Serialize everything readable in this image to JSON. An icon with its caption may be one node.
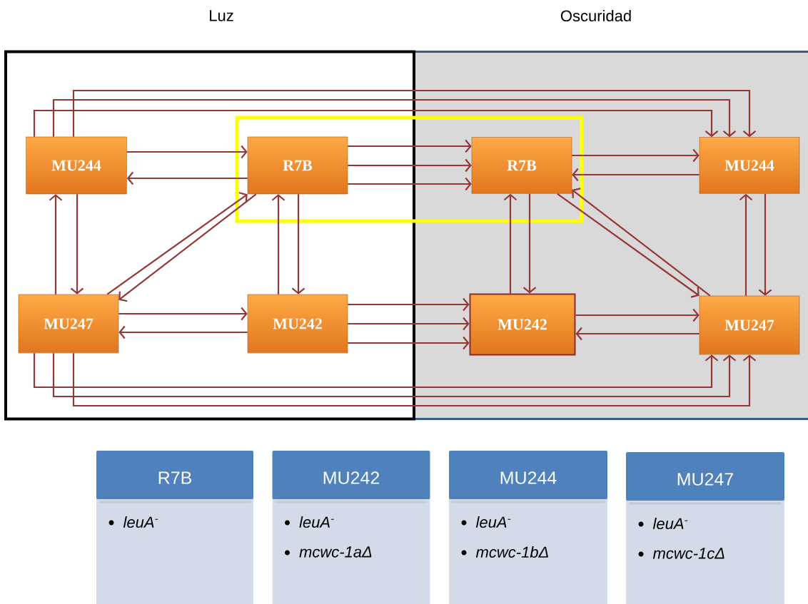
{
  "diagram": {
    "nodes": [
      {
        "text": [
          "Luz"
        ]
      },
      {
        "text": [
          "Oscuridad"
        ]
      },
      {
        "text": [
          "MU244"
        ],
        "in": 0
      },
      {
        "text": [
          "R7B"
        ],
        "in": 0
      },
      {
        "text": [
          "MU247"
        ],
        "in": 0
      },
      {
        "text": [
          "MU242"
        ],
        "in": 0
      },
      {
        "text": [
          "R7B"
        ],
        "in": 1
      },
      {
        "text": [
          "MU244"
        ],
        "in": 1
      },
      {
        "text": [
          "MU242"
        ],
        "in": 1
      },
      {
        "text": [
          "MU247"
        ],
        "in": 1
      },
      {
        "text": [
          "R7B",
          "leuA$^{-}$"
        ]
      },
      {
        "text": [
          "MU242",
          "leuA$^{-}$",
          "mcwc-1aΔ"
        ]
      },
      {
        "text": [
          "MU244",
          "leuA$^{-}$",
          "mcwc-1bΔ"
        ]
      },
      {
        "text": [
          "MU247",
          "leuA$^{-}$",
          "mcwc-1cΔ"
        ]
      }
    ],
    "edges": [
      {
        "from": 2,
        "to": 3,
        "arrow": "to"
      },
      {
        "from": 3,
        "to": 2,
        "arrow": "to"
      },
      {
        "from": 4,
        "to": 2,
        "arrow": "to"
      },
      {
        "from": 2,
        "to": 4,
        "arrow": "to"
      },
      {
        "from": 4,
        "to": 3,
        "arrow": "to"
      },
      {
        "from": 3,
        "to": 4,
        "arrow": "to"
      },
      {
        "from": 5,
        "to": 3,
        "arrow": "to"
      },
      {
        "from": 3,
        "to": 5,
        "arrow": "to"
      },
      {
        "from": 4,
        "to": 5,
        "arrow": "to"
      },
      {
        "from": 5,
        "to": 4,
        "arrow": "to"
      },
      {
        "from": 3,
        "to": 6,
        "arrow": "to"
      },
      {
        "from": 3,
        "to": 6,
        "arrow": "to"
      },
      {
        "from": 3,
        "to": 6,
        "arrow": "to"
      },
      {
        "from": 5,
        "to": 8,
        "arrow": "to"
      },
      {
        "from": 5,
        "to": 8,
        "arrow": "to"
      },
      {
        "from": 5,
        "to": 8,
        "arrow": "to"
      },
      {
        "from": 2,
        "to": 7,
        "arrow": "to"
      },
      {
        "from": 2,
        "to": 7,
        "arrow": "to"
      },
      {
        "from": 2,
        "to": 7,
        "arrow": "to"
      },
      {
        "from": 4,
        "to": 9,
        "arrow": "to"
      },
      {
        "from": 4,
        "to": 9,
        "arrow": "to"
      },
      {
        "from": 4,
        "to": 9,
        "arrow": "to"
      },
      {
        "from": 6,
        "to": 7,
        "arrow": "to"
      },
      {
        "from": 7,
        "to": 6,
        "arrow": "to"
      },
      {
        "from": 8,
        "to": 6,
        "arrow": "to"
      },
      {
        "from": 6,
        "to": 8,
        "arrow": "to"
      },
      {
        "from": 6,
        "to": 9,
        "arrow": "to"
      },
      {
        "from": 9,
        "to": 6,
        "arrow": "to"
      },
      {
        "from": 9,
        "to": 7,
        "arrow": "to"
      },
      {
        "from": 7,
        "to": 9,
        "arrow": "to"
      },
      {
        "from": 8,
        "to": 9,
        "arrow": "to"
      },
      {
        "from": 9,
        "to": 8,
        "arrow": "to"
      }
    ]
  }
}
